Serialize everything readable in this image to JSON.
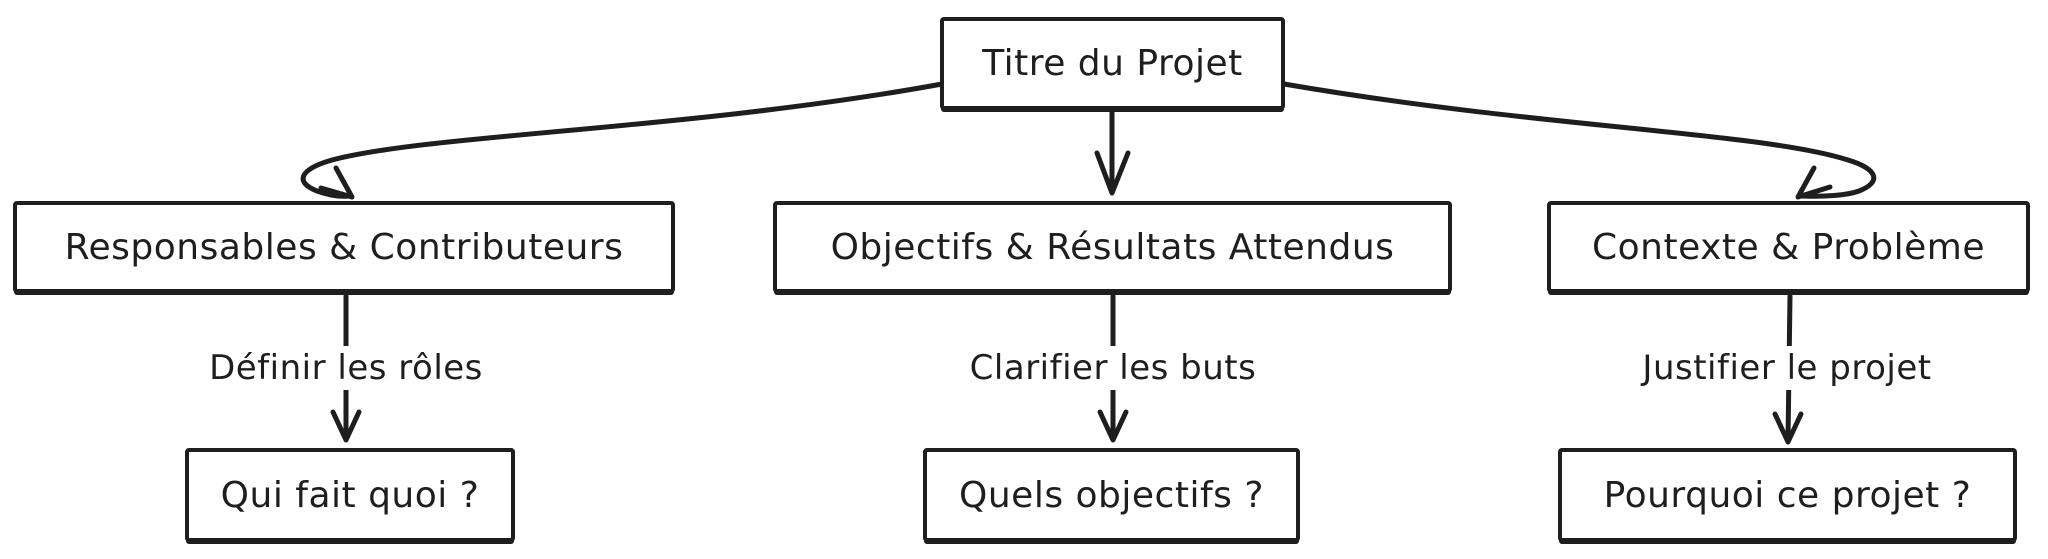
{
  "colors": {
    "stroke": "#1e1e1e",
    "background": "#ffffff"
  },
  "diagram": {
    "type": "mindmap-flowchart",
    "root": {
      "label": "Titre du Projet"
    },
    "branches": [
      {
        "node": {
          "label": "Responsables & Contributeurs"
        },
        "edge": {
          "label": "Définir les rôles"
        },
        "leaf": {
          "label": "Qui fait quoi ?"
        }
      },
      {
        "node": {
          "label": "Objectifs & Résultats Attendus"
        },
        "edge": {
          "label": "Clarifier les buts"
        },
        "leaf": {
          "label": "Quels objectifs ?"
        }
      },
      {
        "node": {
          "label": "Contexte & Problème"
        },
        "edge": {
          "label": "Justifier le projet"
        },
        "leaf": {
          "label": "Pourquoi ce projet ?"
        }
      }
    ]
  }
}
